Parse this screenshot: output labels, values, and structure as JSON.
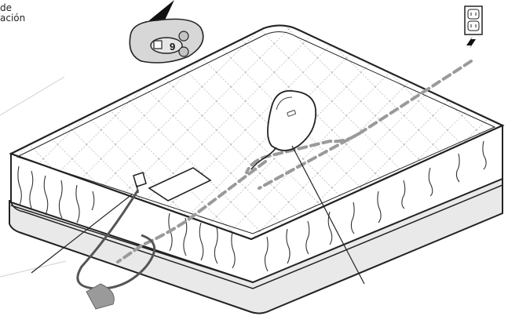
{
  "caption": {
    "line1": "de",
    "line2": "ación"
  },
  "controller": {
    "display_value": "9"
  }
}
